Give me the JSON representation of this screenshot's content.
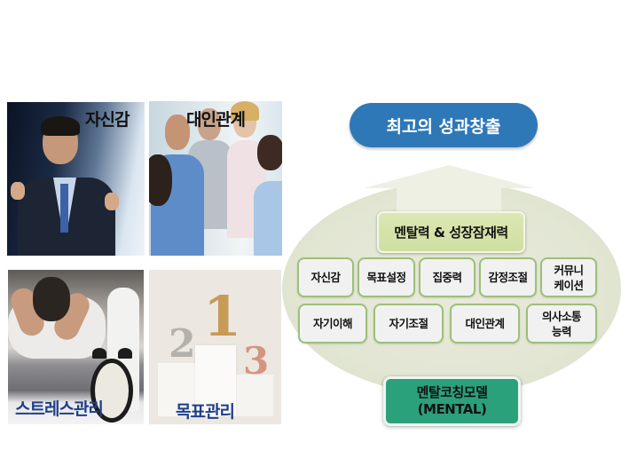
{
  "photos": [
    {
      "label": "자신감",
      "label_color": "#111111",
      "subject": "confident businessman cheering"
    },
    {
      "label": "대인관계",
      "label_color": "#111111",
      "subject": "colleagues discussing at table"
    },
    {
      "label": "스트레스관리",
      "label_color": "#1f3f88",
      "subject": "stressed man with alarm clock"
    },
    {
      "label": "목표관리",
      "label_color": "#1f3f88",
      "subject": "podium with numbers 2 1 3",
      "podium_numbers": [
        "2",
        "1",
        "3"
      ]
    }
  ],
  "diagram": {
    "top_goal": "최고의 성과창출",
    "core": "멘탈력 & 성장잠재력",
    "skills_row1": [
      "자신감",
      "목표설정",
      "집중력",
      "감정조절",
      "커뮤니\n케이션"
    ],
    "skills_row2": [
      "자기이해",
      "자기조절",
      "대인관계",
      "의사소통\n능력"
    ],
    "model_line1": "멘탈코칭모델",
    "model_line2": "(MENTAL)"
  },
  "colors": {
    "pill_blue": "#2f78b7",
    "core_green": "#d5e3a9",
    "skill_border": "#9dc07a",
    "model_green": "#2ba17b",
    "ellipse": "#e4e7d5"
  }
}
